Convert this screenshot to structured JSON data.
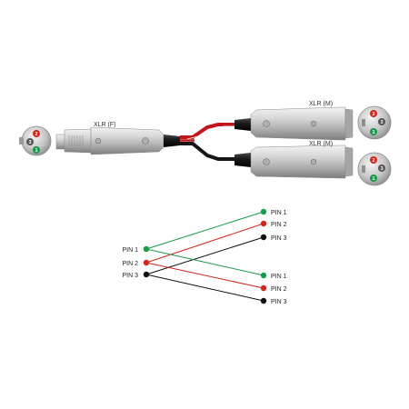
{
  "connectors": {
    "female_label": "XLR (F)",
    "male_top_label": "XLR (M)",
    "male_bottom_label": "XLR (M)"
  },
  "face_pin_numbers": [
    "1",
    "2",
    "3"
  ],
  "wiring": {
    "left_pins": [
      "PIN 1",
      "PIN 2",
      "PIN 3"
    ],
    "right_top_pins": [
      "PIN 1",
      "PIN 2",
      "PIN 3"
    ],
    "right_bottom_pins": [
      "PIN 1",
      "PIN 2",
      "PIN 3"
    ]
  },
  "colors": {
    "pin1": "#1a9a4a",
    "pin2": "#d0261d",
    "pin3": "#111111",
    "cable_red": "#c3161c",
    "cable_black": "#151515",
    "metal": "#bdbdbd"
  }
}
